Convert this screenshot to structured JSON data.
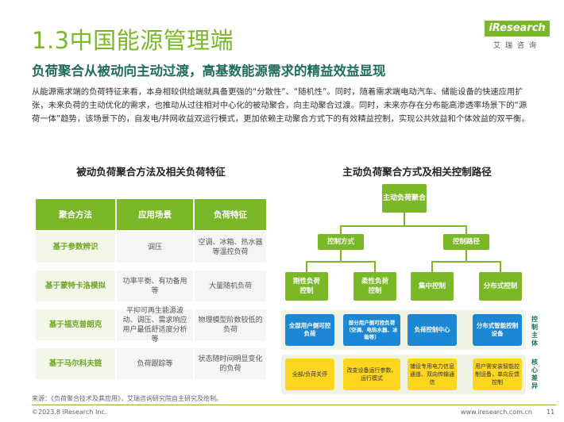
{
  "header": {
    "title": "1.3中国能源管理端",
    "subtitle": "负荷聚合从被动向主动过渡，高基数能源需求的精益效益显现",
    "logo_brand": "iResearch",
    "logo_sub": "艾瑞咨询"
  },
  "intro": "从能源需求端的负荷特征来看，本身相较供给端就具备更强的“分散性”、“随机性”。同时，随着需求端电动汽车、储能设备的快速应用扩张，未来负荷的主动优化的需求，也推动从过往相对中心化的被动聚合，向主动聚合过渡。同时，未来亦存在分布能高渗透率场景下的“源荷一体”趋势，该场景下的，自发电/并网收益双运行模式，更加依赖主动聚合方式下的有效精益控制，实现公共效益和个体效益的双平衡。",
  "left": {
    "title": "被动负荷聚合方法及相关负荷特征",
    "headers": [
      "聚合方法",
      "应用场景",
      "负荷特征"
    ],
    "rows": [
      [
        "基于参数辨识",
        "调压",
        "空调、冰箱、热水器等温控负荷"
      ],
      [
        "基于蒙特卡洛模拟",
        "功率平衡、有功备用等",
        "大量随机负荷"
      ],
      [
        "基于福克普朗克",
        "平抑可再生能源波动、调压、需求响应用户最低舒适度分析等",
        "物理模型阶数较低的负荷"
      ],
      [
        "基于马尔科夫链",
        "负荷跟踪等",
        "状态随时间明显变化的负荷"
      ]
    ]
  },
  "right": {
    "title": "主动负荷聚合方式及相关控制路径",
    "root": "主动负荷聚合",
    "level1": [
      "控制方式",
      "控制路径"
    ],
    "level2": [
      "刚性负荷控制",
      "柔性负荷控制",
      "集中控制",
      "分布式控制"
    ],
    "control_subjects": [
      "全部用户侧可控负荷",
      "部分用户侧可控负荷（空调、电热水器、冰箱等）",
      "负荷控制中心",
      "分布式智能控制设备"
    ],
    "core_differences": [
      "全部/负荷关停",
      "改变设备运行参数、运行模式",
      "铺设专用电力信息通道、双向传输通信",
      "用户需安装智能控制设备，单向反馈控制"
    ],
    "side_labels": [
      "控制主体",
      "核心差异"
    ]
  },
  "footer": {
    "source": "来源：《负荷聚合技术及其应用》，艾瑞咨询研究院自主研究及绘制。",
    "copyright": "©2023.8 iResearch Inc.",
    "website": "www.iresearch.com.cn",
    "page": "11"
  }
}
